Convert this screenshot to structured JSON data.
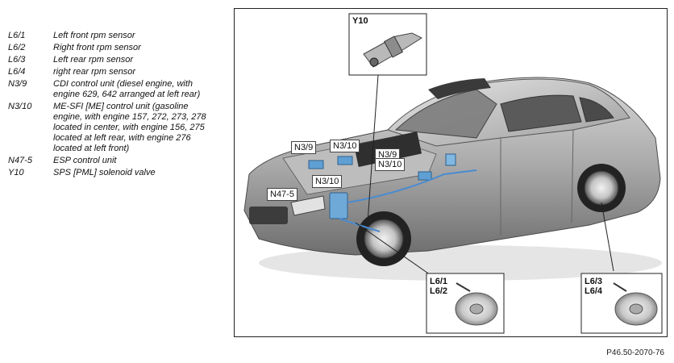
{
  "legend": [
    {
      "code": "L6/1",
      "desc": "Left front rpm sensor"
    },
    {
      "code": "L6/2",
      "desc": "Right front rpm sensor"
    },
    {
      "code": "L6/3",
      "desc": "Left rear rpm sensor"
    },
    {
      "code": "L6/4",
      "desc": "right rear rpm sensor"
    },
    {
      "code": "N3/9",
      "desc": "CDI control unit (diesel engine, with engine 629, 642 arranged at left rear)"
    },
    {
      "code": "N3/10",
      "desc": "ME-SFI [ME] control unit (gasoline engine, with engine 157, 272, 273, 278 located in center, with engine 156, 275 located at left rear, with engine 276 located at left front)"
    },
    {
      "code": "N47-5",
      "desc": "ESP control unit"
    },
    {
      "code": "Y10",
      "desc": "SPS [PML] solenoid valve"
    }
  ],
  "figure": {
    "callouts": {
      "top": {
        "label": "Y10"
      },
      "front_wheel": {
        "label_a": "L6/1",
        "label_b": "L6/2"
      },
      "rear_wheel": {
        "label_a": "L6/3",
        "label_b": "L6/4"
      }
    },
    "tags": {
      "n39_a": "N3/9",
      "n310_a": "N3/10",
      "n39_b": "N3/9",
      "n310_b": "N3/10",
      "n310_c": "N3/10",
      "n475": "N47-5"
    }
  },
  "figure_id": "P46.50-2070-76"
}
